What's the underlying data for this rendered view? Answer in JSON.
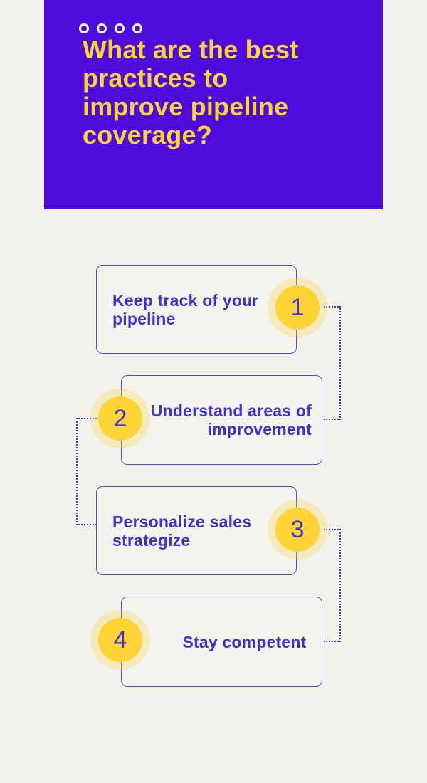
{
  "header": {
    "title": "What are the best\npractices to\nimprove pipeline\ncoverage?",
    "decor_dots_count": 4
  },
  "steps": [
    {
      "number": "1",
      "label": "Keep track of your\npipeline"
    },
    {
      "number": "2",
      "label": "Understand areas of\nimprovement"
    },
    {
      "number": "3",
      "label": "Personalize sales\nstrategize"
    },
    {
      "number": "4",
      "label": "Stay competent"
    }
  ],
  "colors": {
    "background": "#f2f1eb",
    "header_background": "#4e0cdb",
    "title_yellow": "#fcd338",
    "badge_yellow": "#fdd435",
    "badge_halo": "#f6f0c8",
    "text_blue": "#3c33cf",
    "card_border_blue": "#5348d8",
    "connector_blue": "#4537d6",
    "decor_dot_white": "#ffffff"
  }
}
